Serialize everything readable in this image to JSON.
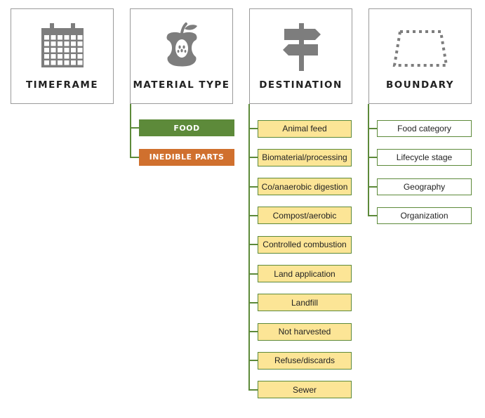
{
  "categories": [
    {
      "id": "timeframe",
      "title": "TIMEFRAME",
      "icon": "calendar-icon"
    },
    {
      "id": "material_type",
      "title": "MATERIAL TYPE",
      "icon": "apple-core-icon",
      "items": [
        "FOOD",
        "INEDIBLE PARTS"
      ]
    },
    {
      "id": "destination",
      "title": "DESTINATION",
      "icon": "signpost-icon",
      "items": [
        "Animal feed",
        "Biomaterial/processing",
        "Co/anaerobic digestion",
        "Compost/aerobic",
        "Controlled combustion",
        "Land application",
        "Landfill",
        "Not harvested",
        "Refuse/discards",
        "Sewer"
      ]
    },
    {
      "id": "boundary",
      "title": "BOUNDARY",
      "icon": "dotted-boundary-icon",
      "items": [
        "Food category",
        "Lifecycle stage",
        "Geography",
        "Organization"
      ]
    }
  ],
  "colors": {
    "icon_gray": "#7d7d7d",
    "line_green": "#5d8a3a",
    "food_green": "#5d8a3a",
    "inedible_orange": "#d0702e",
    "destination_yellow": "#fce596",
    "border_gray": "#9a9a9a"
  }
}
